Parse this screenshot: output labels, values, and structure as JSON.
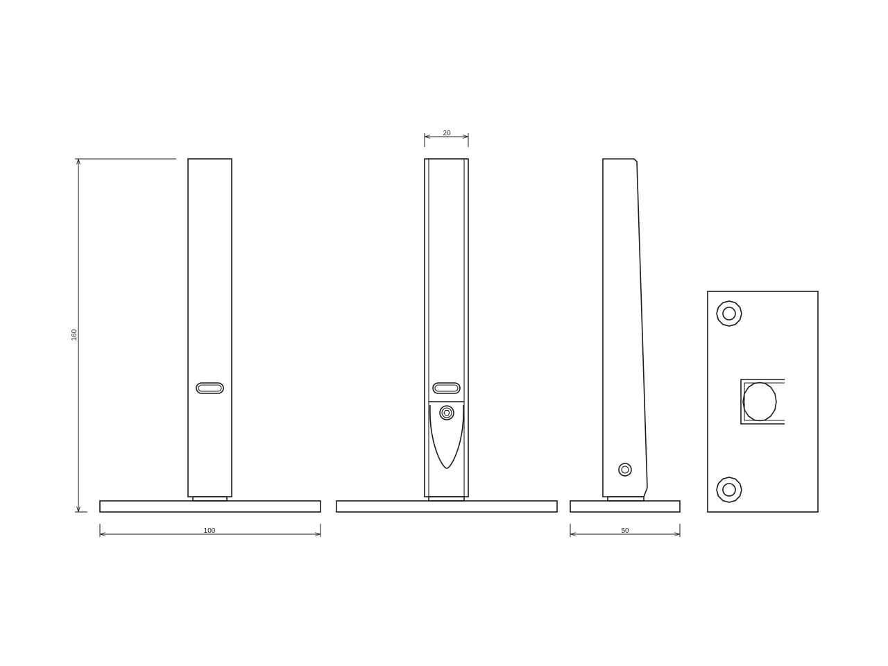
{
  "dimensions": {
    "height": "160",
    "width_front": "100",
    "width_post": "20",
    "width_side": "50"
  },
  "colors": {
    "line": "#1a1a1a",
    "background": "#ffffff"
  }
}
